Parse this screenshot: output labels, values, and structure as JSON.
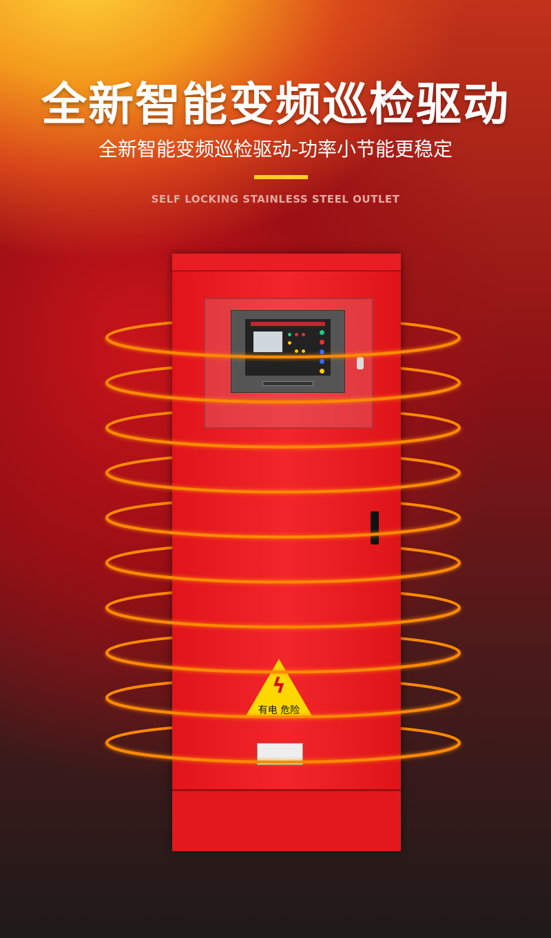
{
  "header": {
    "title": "全新智能变频巡检驱动",
    "subtitle": "全新智能变频巡检驱动-功率小节能更稳定",
    "tagline": "SELF LOCKING STAINLESS STEEL OUTLET"
  },
  "product": {
    "warning_label": "有电  危险",
    "warning_icon": "lightning-bolt-icon",
    "ring_count": 10
  },
  "colors": {
    "accent_bar": "#ffce1e",
    "cabinet": "#e8181c",
    "ring": "#ff8a00"
  }
}
